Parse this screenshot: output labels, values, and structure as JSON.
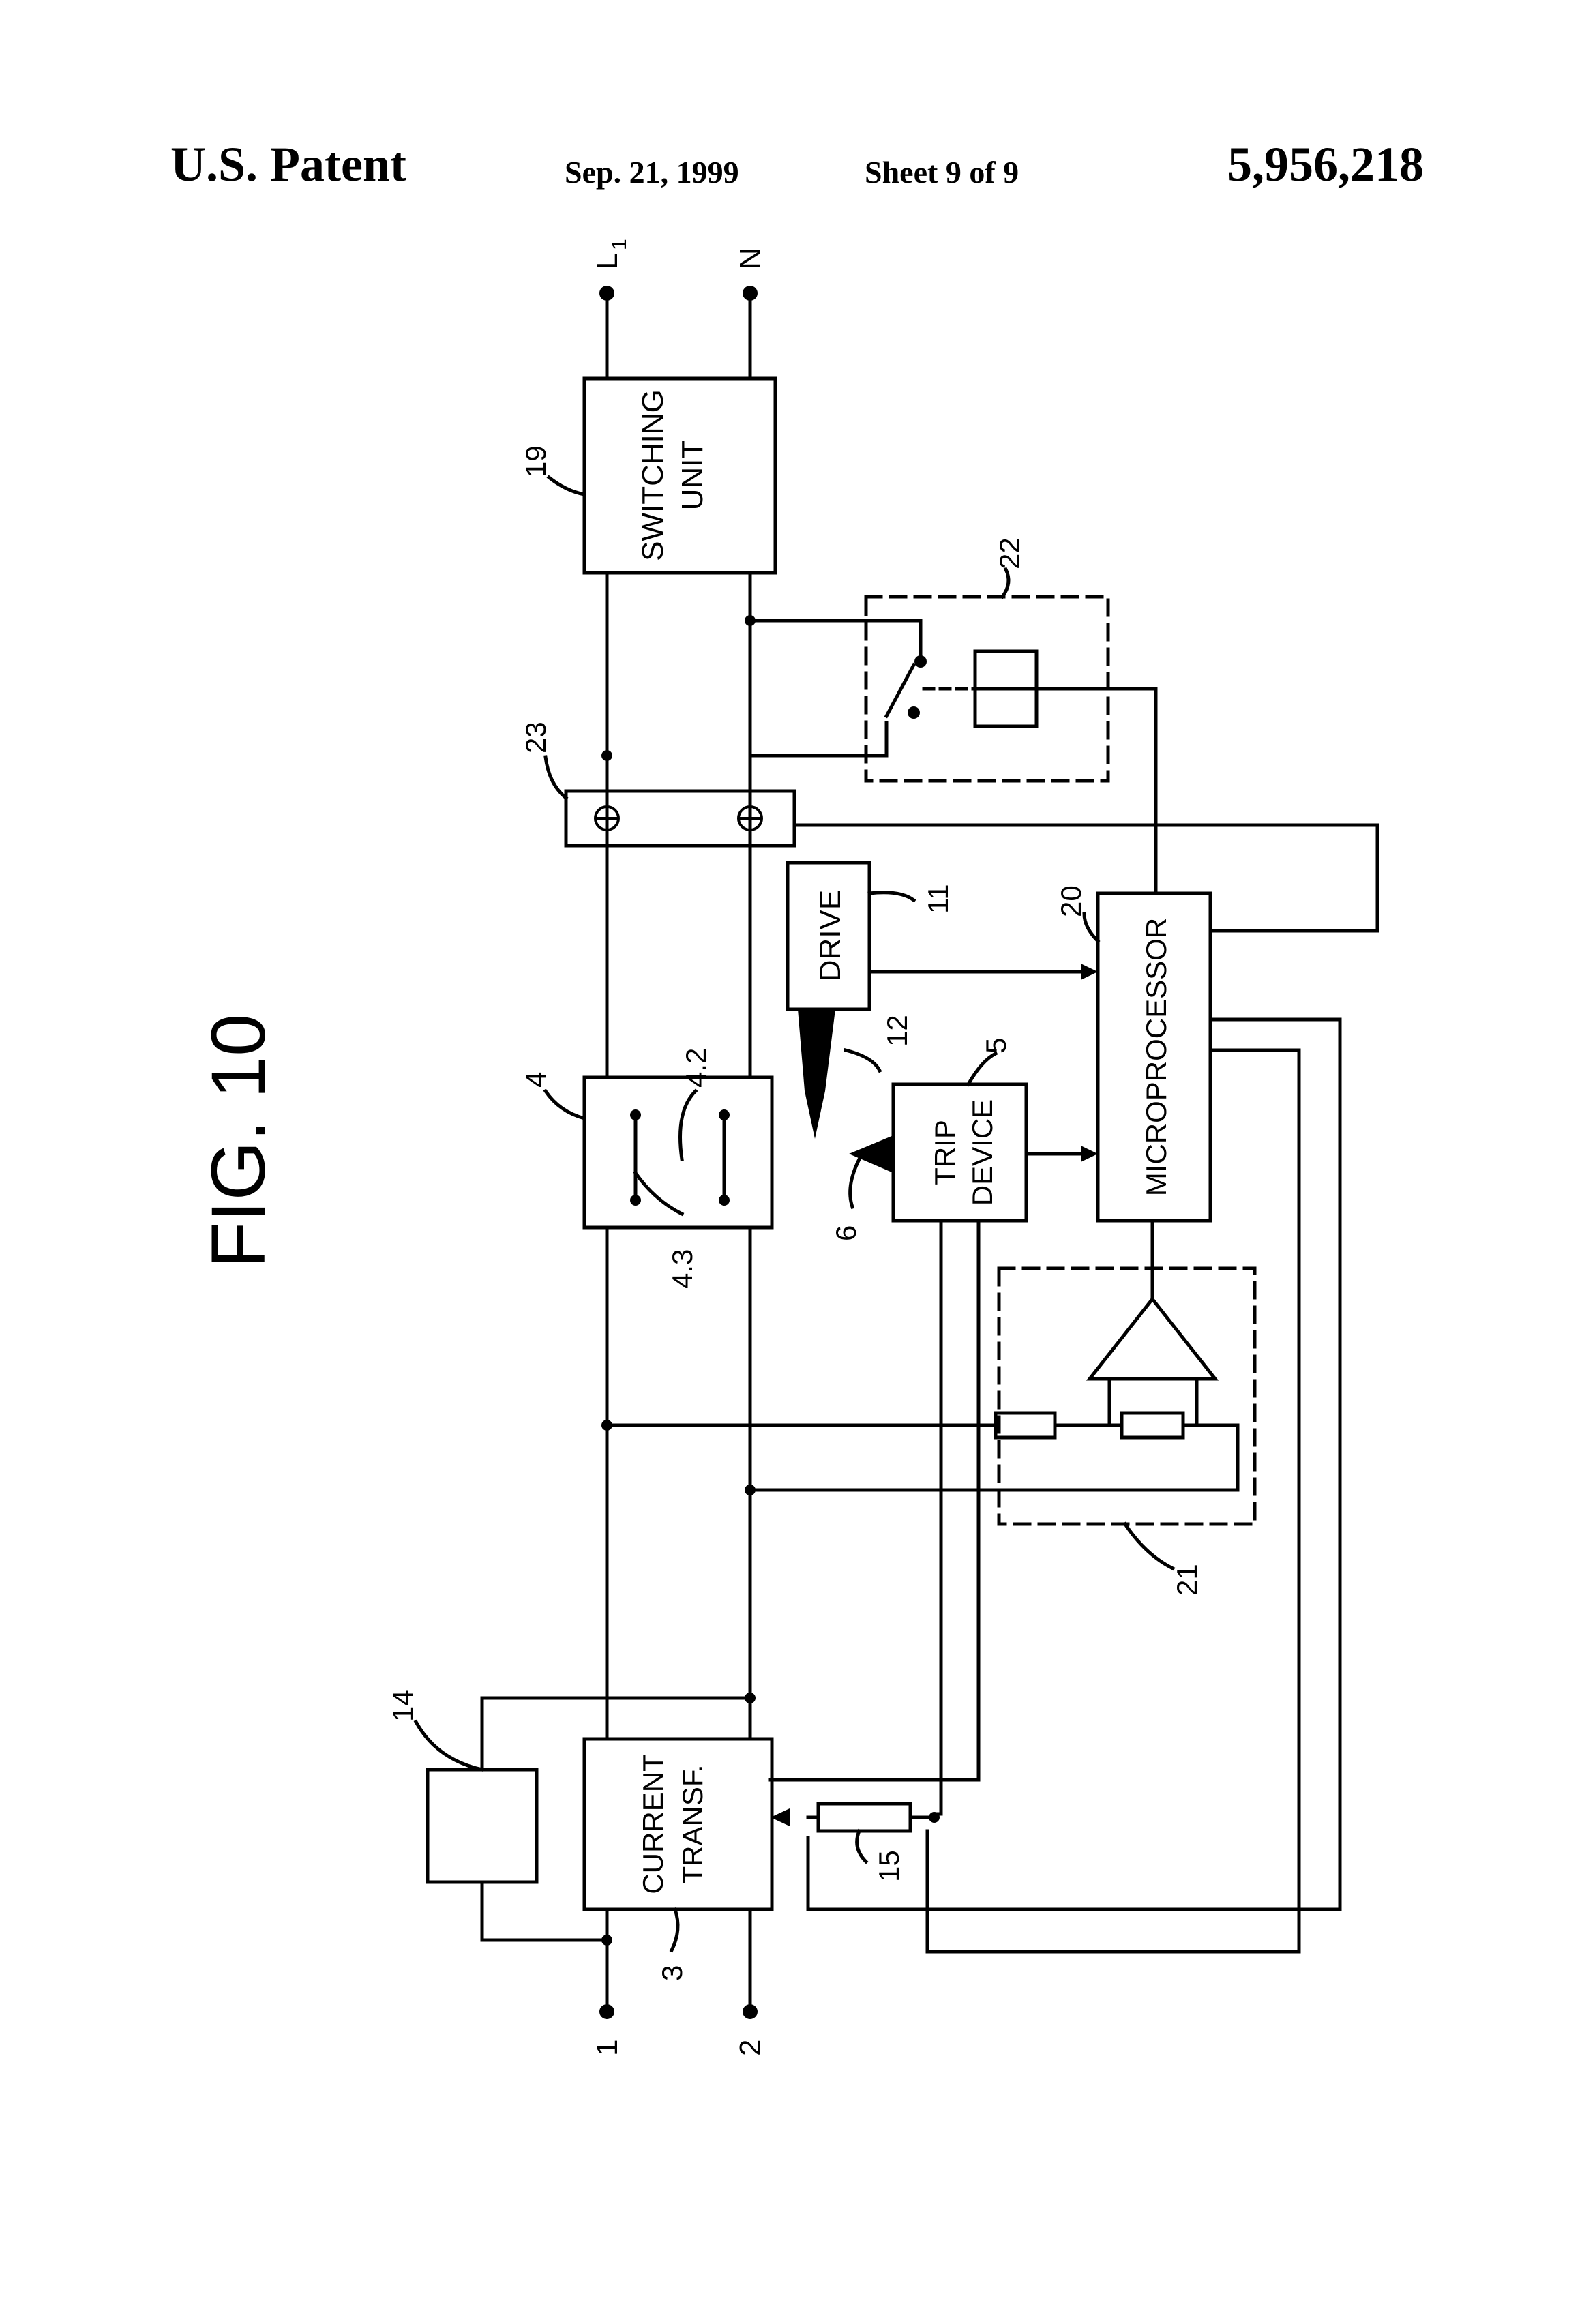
{
  "header": {
    "left": "U.S. Patent",
    "date": "Sep. 21, 1999",
    "sheet": "Sheet 9 of 9",
    "number": "5,956,218"
  },
  "figure": {
    "title": "FIG. 10",
    "blocks": {
      "switching_unit": "SWITCHING UNIT",
      "switching_unit_line1": "SWITCHING",
      "switching_unit_line2": "UNIT",
      "drive": "DRIVE",
      "trip_device_line1": "TRIP",
      "trip_device_line2": "DEVICE",
      "microprocessor": "MICROPROCESSOR",
      "current_transf_line1": "CURRENT",
      "current_transf_line2": "TRANSF."
    },
    "terminals": {
      "l1": "L",
      "l1_sub": "1",
      "n": "N",
      "t1": "1",
      "t2": "2"
    },
    "refs": {
      "r19": "19",
      "r22": "22",
      "r23": "23",
      "r11": "11",
      "r20": "20",
      "r4": "4",
      "r42": "4.2",
      "r43": "4.3",
      "r12": "12",
      "r5": "5",
      "r6": "6",
      "r14": "14",
      "r3": "3",
      "r15": "15",
      "r21": "21"
    }
  }
}
